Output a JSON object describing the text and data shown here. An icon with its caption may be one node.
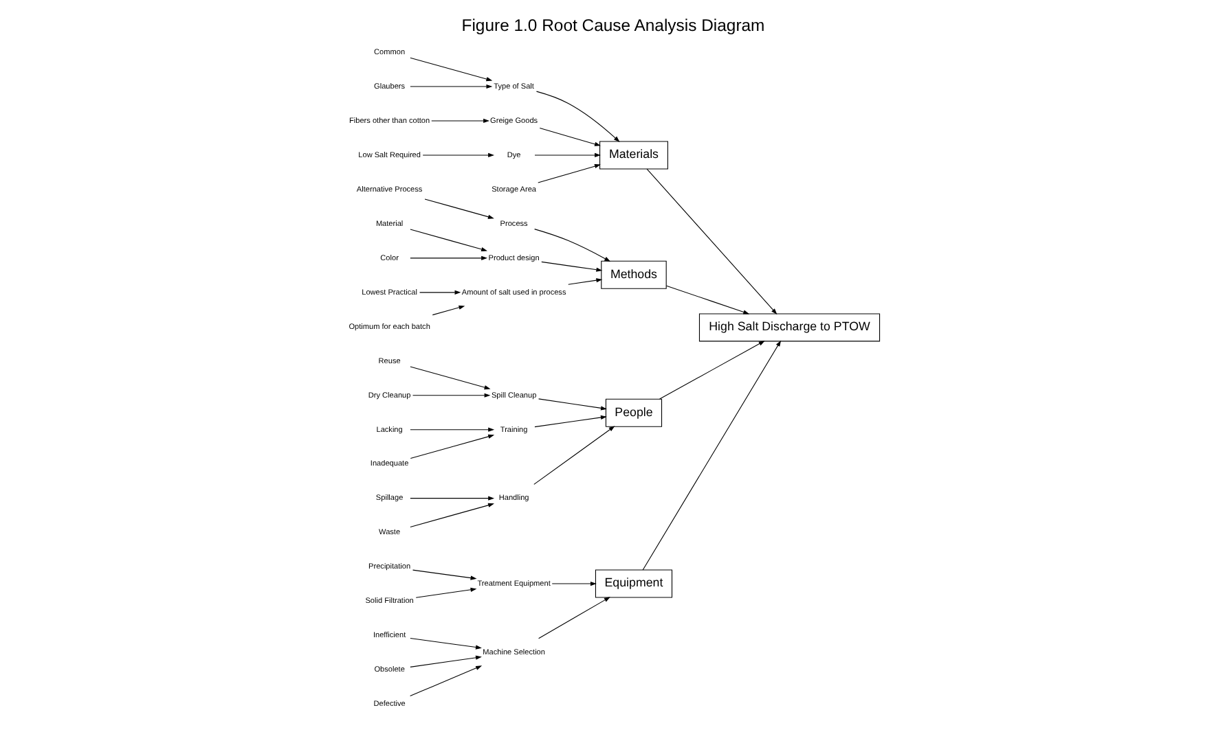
{
  "diagram": {
    "title": "Figure 1.0 Root Cause Analysis Diagram",
    "nodes": [
      {
        "text": [
          "High Salt Discharge to PTOW"
        ]
      },
      {
        "text": [
          "Materials"
        ]
      },
      {
        "text": [
          "Methods"
        ]
      },
      {
        "text": [
          "People"
        ]
      },
      {
        "text": [
          "Equipment"
        ]
      },
      {
        "text": [
          "Type of Salt"
        ]
      },
      {
        "text": [
          "Common"
        ]
      },
      {
        "text": [
          "Glaubers"
        ]
      },
      {
        "text": [
          "Greige Goods"
        ]
      },
      {
        "text": [
          "Fibers other than cotton"
        ]
      },
      {
        "text": [
          "Dye"
        ]
      },
      {
        "text": [
          "Low Salt Required"
        ]
      },
      {
        "text": [
          "Storage Area"
        ]
      },
      {
        "text": [
          "Process"
        ]
      },
      {
        "text": [
          "Alternative Process"
        ]
      },
      {
        "text": [
          "Product design"
        ]
      },
      {
        "text": [
          "Material"
        ]
      },
      {
        "text": [
          "Color"
        ]
      },
      {
        "text": [
          "Amount of salt used in process"
        ]
      },
      {
        "text": [
          "Lowest Practical"
        ]
      },
      {
        "text": [
          "Optimum for each batch"
        ]
      },
      {
        "text": [
          "Spill Cleanup"
        ]
      },
      {
        "text": [
          "Reuse"
        ]
      },
      {
        "text": [
          "Dry Cleanup"
        ]
      },
      {
        "text": [
          "Training"
        ]
      },
      {
        "text": [
          "Lacking"
        ]
      },
      {
        "text": [
          "Inadequate"
        ]
      },
      {
        "text": [
          "Handling"
        ]
      },
      {
        "text": [
          "Spillage"
        ]
      },
      {
        "text": [
          "Waste"
        ]
      },
      {
        "text": [
          "Treatment Equipment"
        ]
      },
      {
        "text": [
          "Precipitation"
        ]
      },
      {
        "text": [
          "Solid Filtration"
        ]
      },
      {
        "text": [
          "Machine Selection"
        ]
      },
      {
        "text": [
          "Inefficient"
        ]
      },
      {
        "text": [
          "Obsolete"
        ]
      },
      {
        "text": [
          "Defective"
        ]
      }
    ],
    "edges": [
      {
        "from": 1,
        "to": 0,
        "arrow": "to"
      },
      {
        "from": 2,
        "to": 0,
        "arrow": "to"
      },
      {
        "from": 3,
        "to": 0,
        "arrow": "to"
      },
      {
        "from": 4,
        "to": 0,
        "arrow": "to"
      },
      {
        "from": 5,
        "to": 1,
        "arrow": "to"
      },
      {
        "from": 6,
        "to": 5,
        "arrow": "to"
      },
      {
        "from": 7,
        "to": 5,
        "arrow": "to"
      },
      {
        "from": 8,
        "to": 1,
        "arrow": "to"
      },
      {
        "from": 9,
        "to": 8,
        "arrow": "to"
      },
      {
        "from": 10,
        "to": 1,
        "arrow": "to"
      },
      {
        "from": 11,
        "to": 10,
        "arrow": "to"
      },
      {
        "from": 12,
        "to": 1,
        "arrow": "to"
      },
      {
        "from": 13,
        "to": 2,
        "arrow": "to"
      },
      {
        "from": 14,
        "to": 13,
        "arrow": "to"
      },
      {
        "from": 15,
        "to": 2,
        "arrow": "to"
      },
      {
        "from": 16,
        "to": 15,
        "arrow": "to"
      },
      {
        "from": 17,
        "to": 15,
        "arrow": "to"
      },
      {
        "from": 18,
        "to": 2,
        "arrow": "to"
      },
      {
        "from": 19,
        "to": 18,
        "arrow": "to"
      },
      {
        "from": 20,
        "to": 18,
        "arrow": "to"
      },
      {
        "from": 21,
        "to": 3,
        "arrow": "to"
      },
      {
        "from": 22,
        "to": 21,
        "arrow": "to"
      },
      {
        "from": 23,
        "to": 21,
        "arrow": "to"
      },
      {
        "from": 24,
        "to": 3,
        "arrow": "to"
      },
      {
        "from": 25,
        "to": 24,
        "arrow": "to"
      },
      {
        "from": 26,
        "to": 24,
        "arrow": "to"
      },
      {
        "from": 27,
        "to": 3,
        "arrow": "to"
      },
      {
        "from": 28,
        "to": 27,
        "arrow": "to"
      },
      {
        "from": 29,
        "to": 27,
        "arrow": "to"
      },
      {
        "from": 30,
        "to": 4,
        "arrow": "to"
      },
      {
        "from": 31,
        "to": 30,
        "arrow": "to"
      },
      {
        "from": 32,
        "to": 30,
        "arrow": "to"
      },
      {
        "from": 33,
        "to": 4,
        "arrow": "to"
      },
      {
        "from": 34,
        "to": 33,
        "arrow": "to"
      },
      {
        "from": 35,
        "to": 33,
        "arrow": "to"
      },
      {
        "from": 36,
        "to": 33,
        "arrow": "to"
      }
    ]
  }
}
